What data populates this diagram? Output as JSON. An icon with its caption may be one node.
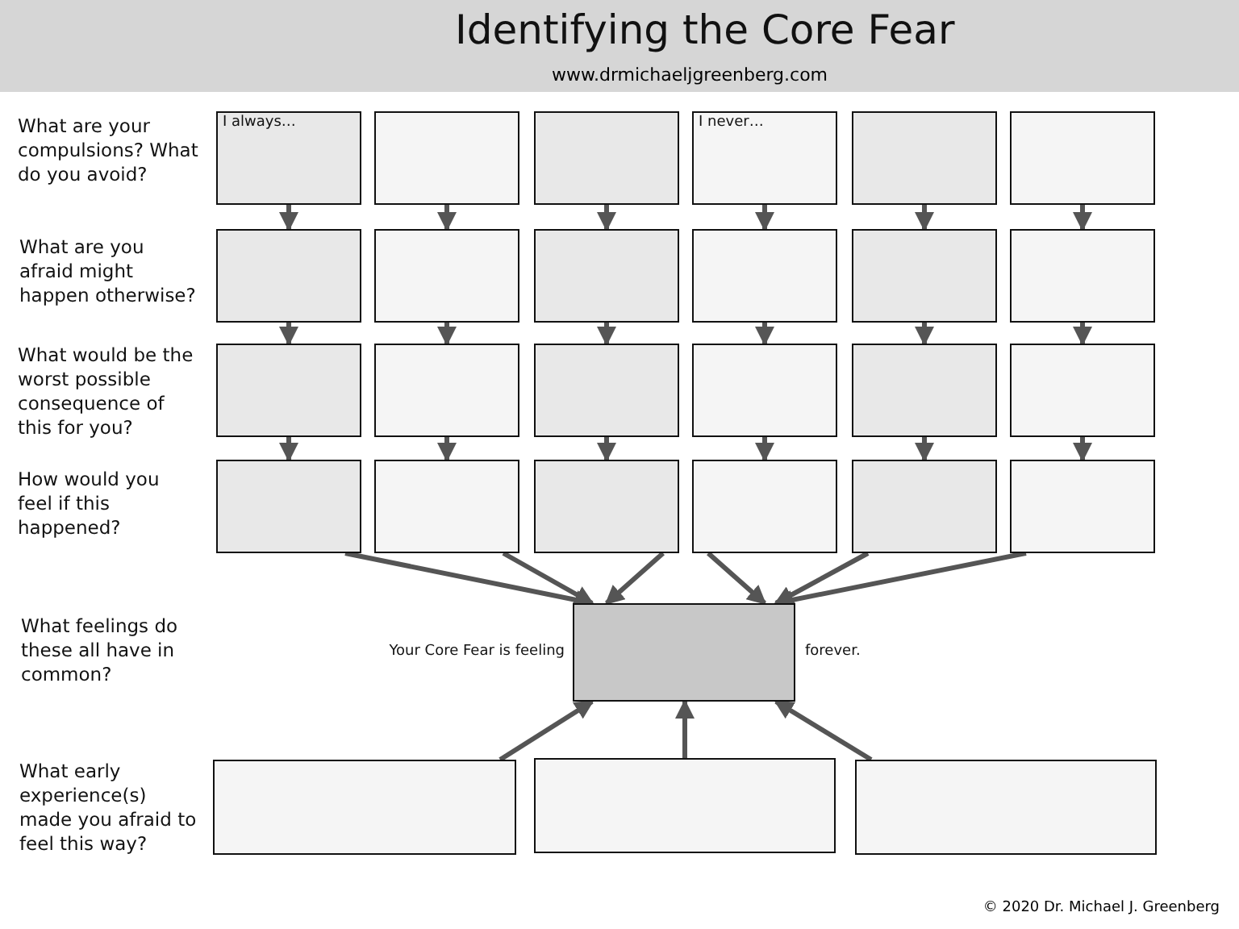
{
  "diagram": {
    "title": "Identifying the Core Fear",
    "nodes": [
      {
        "text": [
          "I always…"
        ]
      },
      {
        "text": [],
        "shape": "box"
      },
      {
        "text": [],
        "shape": "box"
      },
      {
        "text": [
          "I never…"
        ]
      },
      {
        "text": [],
        "shape": "box"
      },
      {
        "text": [],
        "shape": "box"
      },
      {
        "text": [],
        "shape": "box"
      },
      {
        "text": [],
        "shape": "box"
      },
      {
        "text": [],
        "shape": "box"
      },
      {
        "text": [],
        "shape": "box"
      },
      {
        "text": [],
        "shape": "box"
      },
      {
        "text": [],
        "shape": "box"
      },
      {
        "text": [],
        "shape": "box"
      },
      {
        "text": [],
        "shape": "box"
      },
      {
        "text": [],
        "shape": "box"
      },
      {
        "text": [],
        "shape": "box"
      },
      {
        "text": [],
        "shape": "box"
      },
      {
        "text": [],
        "shape": "box"
      },
      {
        "text": [],
        "shape": "box"
      },
      {
        "text": [],
        "shape": "box"
      },
      {
        "text": [],
        "shape": "box"
      },
      {
        "text": [],
        "shape": "box"
      },
      {
        "text": [],
        "shape": "box"
      },
      {
        "text": [],
        "shape": "box"
      },
      {
        "text": [],
        "shape": "box",
        "beside": [
          "Your Core Fear is feeling",
          "forever."
        ]
      },
      {
        "text": [],
        "shape": "box"
      },
      {
        "text": [],
        "shape": "box"
      },
      {
        "text": [],
        "shape": "box"
      }
    ],
    "edges": [
      {
        "from": 0,
        "to": 6,
        "arrow": "to"
      },
      {
        "from": 1,
        "to": 7,
        "arrow": "to"
      },
      {
        "from": 2,
        "to": 8,
        "arrow": "to"
      },
      {
        "from": 3,
        "to": 9,
        "arrow": "to"
      },
      {
        "from": 4,
        "to": 10,
        "arrow": "to"
      },
      {
        "from": 5,
        "to": 11,
        "arrow": "to"
      },
      {
        "from": 6,
        "to": 12,
        "arrow": "to"
      },
      {
        "from": 7,
        "to": 13,
        "arrow": "to"
      },
      {
        "from": 8,
        "to": 14,
        "arrow": "to"
      },
      {
        "from": 9,
        "to": 15,
        "arrow": "to"
      },
      {
        "from": 10,
        "to": 16,
        "arrow": "to"
      },
      {
        "from": 11,
        "to": 17,
        "arrow": "to"
      },
      {
        "from": 12,
        "to": 18,
        "arrow": "to"
      },
      {
        "from": 13,
        "to": 19,
        "arrow": "to"
      },
      {
        "from": 14,
        "to": 20,
        "arrow": "to"
      },
      {
        "from": 15,
        "to": 21,
        "arrow": "to"
      },
      {
        "from": 16,
        "to": 22,
        "arrow": "to"
      },
      {
        "from": 17,
        "to": 23,
        "arrow": "to"
      },
      {
        "from": 18,
        "to": 24,
        "arrow": "to"
      },
      {
        "from": 19,
        "to": 24,
        "arrow": "to"
      },
      {
        "from": 20,
        "to": 24,
        "arrow": "to"
      },
      {
        "from": 21,
        "to": 24,
        "arrow": "to"
      },
      {
        "from": 22,
        "to": 24,
        "arrow": "to"
      },
      {
        "from": 23,
        "to": 24,
        "arrow": "to"
      },
      {
        "from": 25,
        "to": 24,
        "arrow": "to"
      },
      {
        "from": 26,
        "to": 24,
        "arrow": "to"
      },
      {
        "from": 27,
        "to": 24,
        "arrow": "to"
      }
    ],
    "labels": [
      "www.drmichaeljgreenberg.com",
      "What are your compulsions? What do you avoid?",
      "What are you afraid might happen otherwise?",
      "What would be the worst possible consequence of this for you?",
      "How would you feel if this happened?",
      "What feelings do these all have in common?",
      "What early experience(s) made you afraid to feel this way?",
      "© 2020 Dr. Michael J. Greenberg"
    ]
  }
}
